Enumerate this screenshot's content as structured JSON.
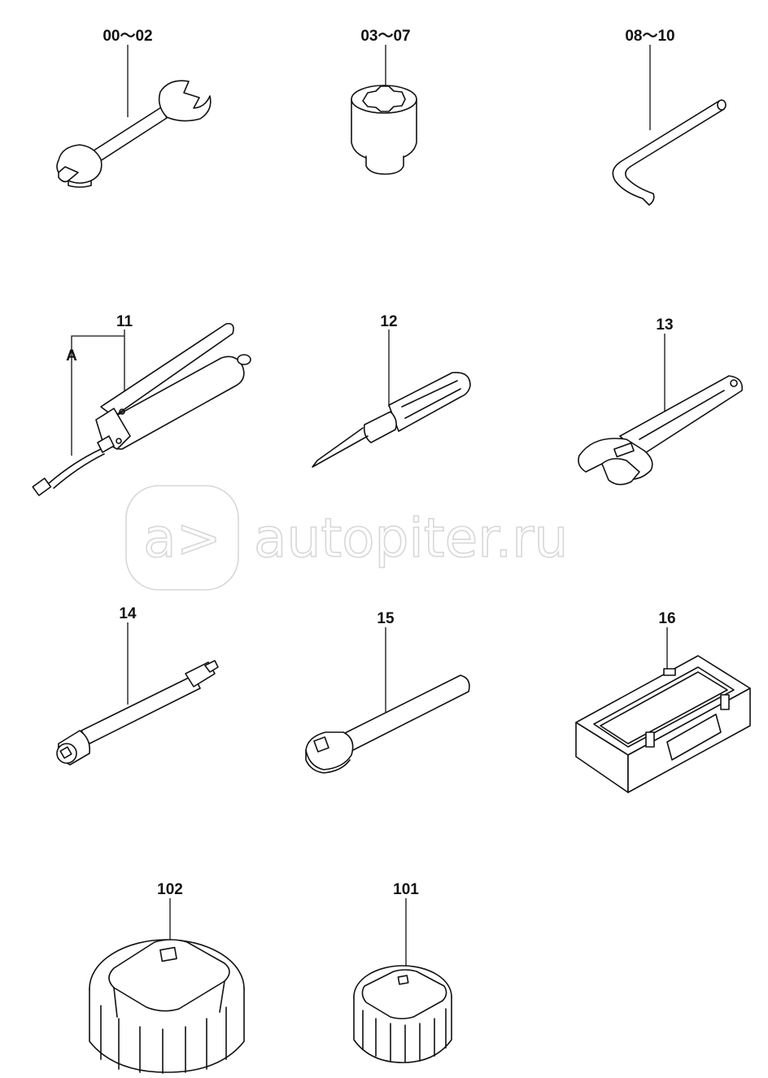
{
  "labels": {
    "spanner": "00～02",
    "socket": "03～07",
    "hex_key": "08～10",
    "grease_gun": "11",
    "grease_gun_part_a": "A",
    "screwdriver": "12",
    "adjustable_wrench": "13",
    "extension_bar": "14",
    "ratchet_handle": "15",
    "tool_box": "16",
    "filter_wrench_large": "102",
    "filter_wrench_small": "101"
  },
  "watermark": {
    "text": "autopiter.ru",
    "logo": "a>"
  }
}
